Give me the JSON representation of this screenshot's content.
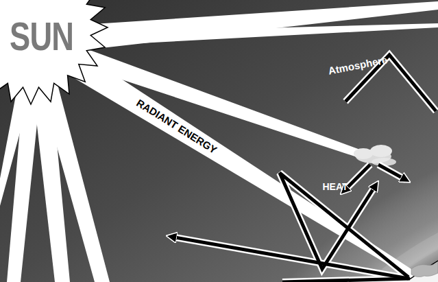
{
  "diagram": {
    "nodes": [
      {
        "text": [
          "SUN"
        ]
      }
    ],
    "labels": [
      "RADIANT ENERGY",
      "Atmosphere",
      "HEAT"
    ]
  }
}
